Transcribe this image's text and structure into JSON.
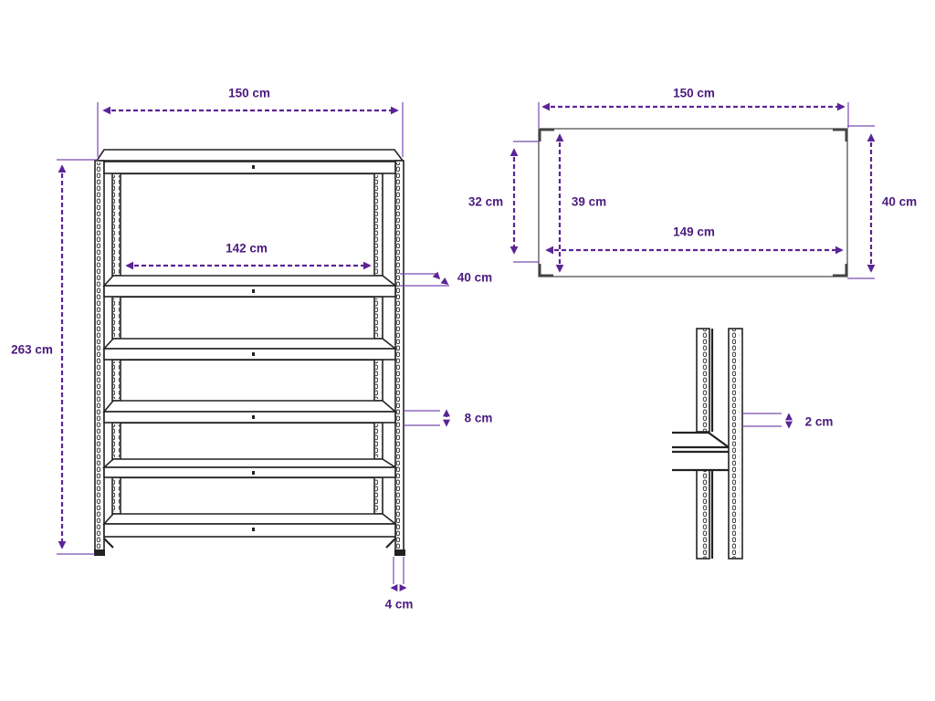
{
  "front_view": {
    "width_label": "150 cm",
    "height_label": "263 cm",
    "inner_width_label": "142 cm",
    "shelf_depth_label": "40 cm",
    "shelf_board_height_label": "8 cm",
    "post_width_label": "4 cm"
  },
  "top_view": {
    "width_label": "150 cm",
    "inner_depth_label": "32 cm",
    "shelf_depth_label": "39 cm",
    "shelf_width_label": "149 cm",
    "outer_depth_label": "40 cm"
  },
  "detail_view": {
    "hole_spacing_label": "2 cm"
  },
  "colors": {
    "dimension": "#5b2496",
    "line": "#222222"
  }
}
